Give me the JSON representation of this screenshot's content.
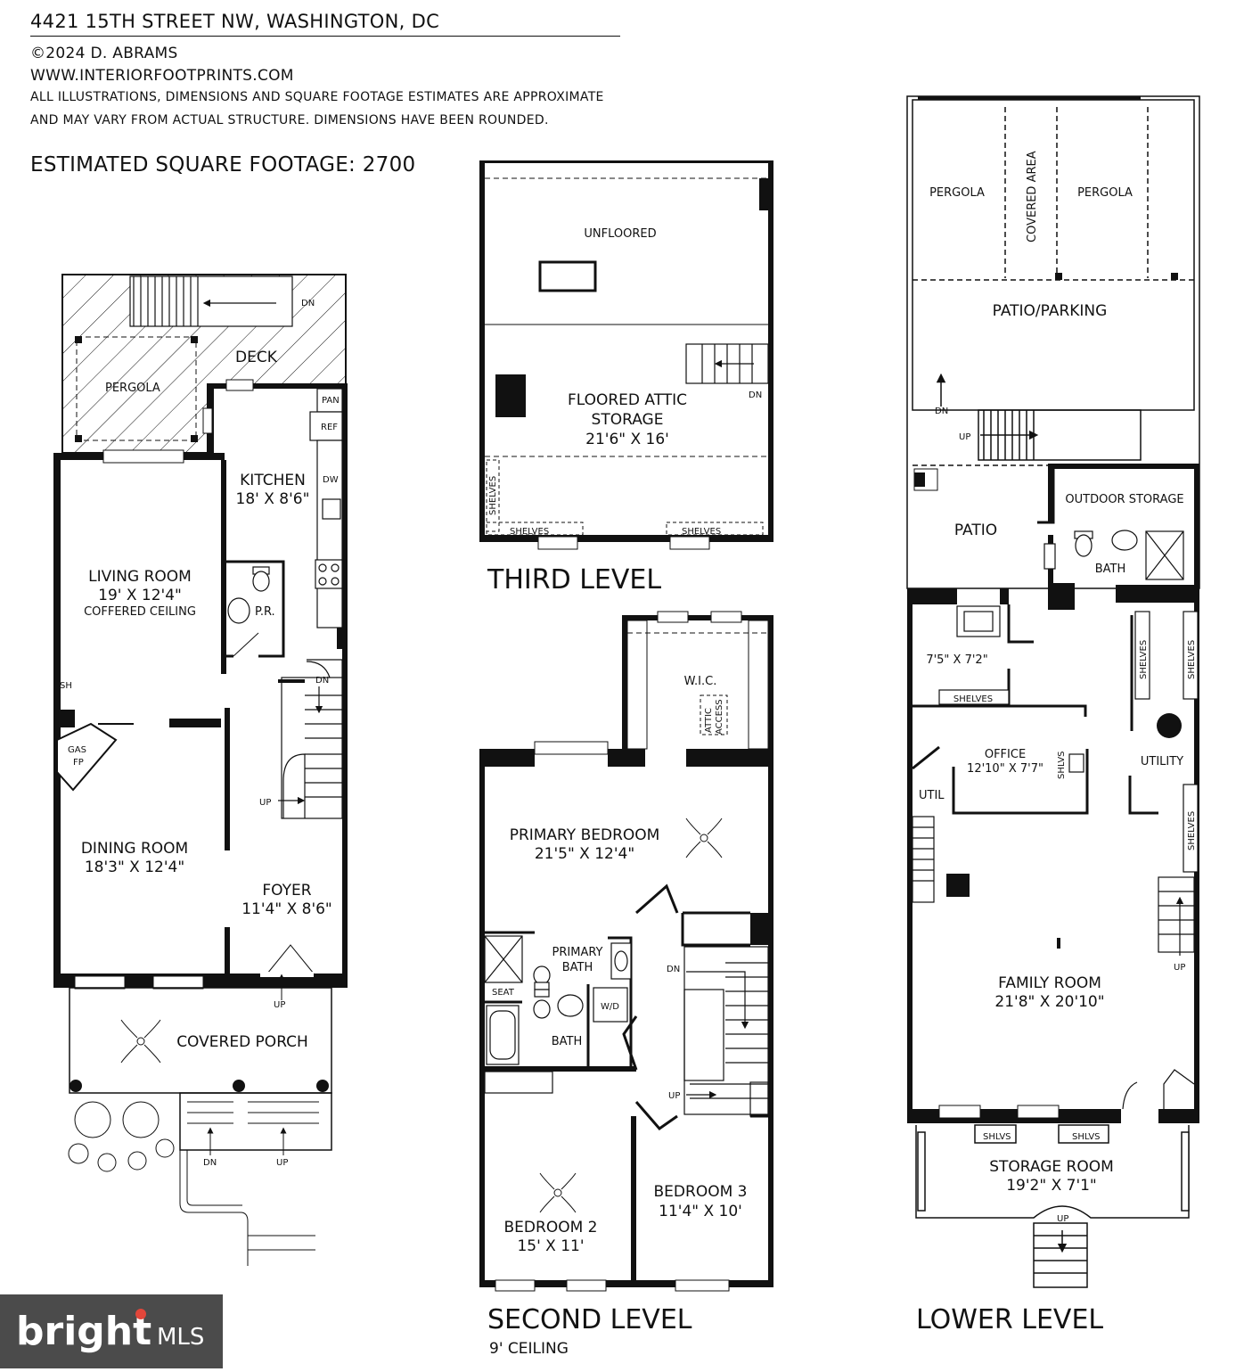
{
  "header": {
    "address": "4421 15TH STREET NW, WASHINGTON, DC",
    "copyright": "©2024 D. ABRAMS",
    "website": "WWW.INTERIORFOOTPRINTS.COM",
    "disclaimer_line1": "ALL ILLUSTRATIONS, DIMENSIONS AND SQUARE FOOTAGE ESTIMATES ARE APPROXIMATE",
    "disclaimer_line2": "AND MAY VARY FROM ACTUAL STRUCTURE. DIMENSIONS HAVE BEEN ROUNDED.",
    "sqft": "ESTIMATED SQUARE FOOTAGE: 2700"
  },
  "main_level": {
    "deck": "DECK",
    "pergola": "PERGOLA",
    "kitchen": "KITCHEN",
    "kitchen_dim": "18' X 8'6\"",
    "pan": "PAN",
    "ref": "REF",
    "dw": "DW",
    "living": "LIVING ROOM",
    "living_dim": "19' X 12'4\"",
    "living_note": "COFFERED CEILING",
    "pr": "P.R.",
    "sh": "SH",
    "gas": "GAS",
    "fp": "FP",
    "dining": "DINING ROOM",
    "dining_dim": "18'3\" X 12'4\"",
    "foyer": "FOYER",
    "foyer_dim": "11'4\" X 8'6\"",
    "porch": "COVERED PORCH",
    "dn": "DN",
    "up": "UP"
  },
  "third_level": {
    "title": "THIRD LEVEL",
    "unfloored": "UNFLOORED",
    "attic1": "FLOORED ATTIC",
    "attic2": "STORAGE",
    "attic_dim": "21'6\" X 16'",
    "shelves": "SHELVES",
    "dn": "DN"
  },
  "second_level": {
    "title": "SECOND LEVEL",
    "ceiling": "9' CEILING",
    "wic": "W.I.C.",
    "attic_access1": "ATTIC",
    "attic_access2": "ACCESS",
    "primary": "PRIMARY BEDROOM",
    "primary_dim": "21'5\" X 12'4\"",
    "pbath1": "PRIMARY",
    "pbath2": "BATH",
    "seat": "SEAT",
    "wd": "W/D",
    "bath": "BATH",
    "bed2": "BEDROOM 2",
    "bed2_dim": "15' X 11'",
    "bed3": "BEDROOM 3",
    "bed3_dim": "11'4\" X 10'",
    "dn": "DN",
    "up": "UP"
  },
  "lower_level": {
    "title": "LOWER LEVEL",
    "pergola": "PERGOLA",
    "covered": "COVERED AREA",
    "patio_parking": "PATIO/PARKING",
    "patio": "PATIO",
    "outdoor": "OUTDOOR STORAGE",
    "bath": "BATH",
    "room_dim": "7'5\" X 7'2\"",
    "shelves": "SHELVES",
    "office": "OFFICE",
    "office_dim": "12'10\" X 7'7\"",
    "shlvs": "SHLVS",
    "util": "UTIL",
    "utility": "UTILITY",
    "family": "FAMILY ROOM",
    "family_dim": "21'8\" X 20'10\"",
    "storage": "STORAGE ROOM",
    "storage_dim": "19'2\" X 7'1\"",
    "dn": "DN",
    "up": "UP"
  },
  "logo": {
    "text": "bright MLS",
    "bg": "#4b4b4b",
    "accent": "#e2463a"
  },
  "colors": {
    "wall": "#111111",
    "paper": "#ffffff"
  }
}
